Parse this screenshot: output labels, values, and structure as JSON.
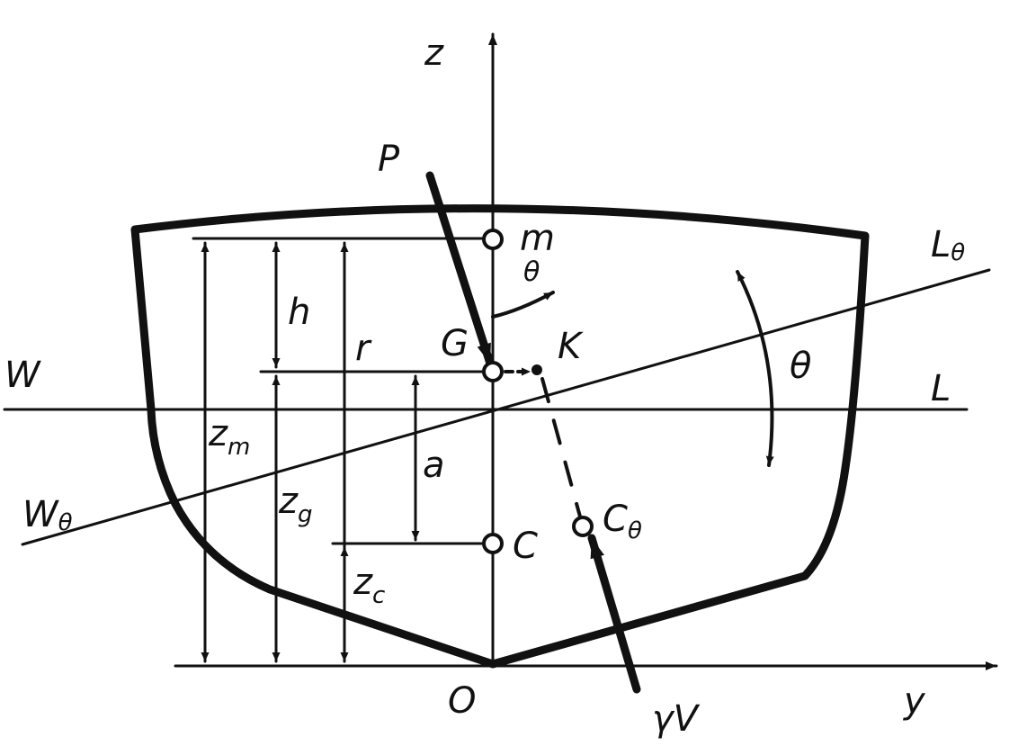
{
  "labels": {
    "axis_z": "z",
    "axis_y": "y",
    "origin": "O",
    "weight": "P",
    "point_m": "m",
    "point_G": "G",
    "point_K": "K",
    "point_C": "C",
    "point_C_theta": "C",
    "point_C_theta_sub": "θ",
    "buoyancy_gamma": "γ",
    "buoyancy_V": "V",
    "waterline_W": "W",
    "waterline_L": "L",
    "inclined_W": "W",
    "inclined_W_sub": "θ",
    "inclined_L": "L",
    "inclined_L_sub": "θ",
    "angle_theta": "θ",
    "angle_theta_small": "θ",
    "dim_h": "h",
    "dim_r": "r",
    "dim_a": "a",
    "dim_zm": "z",
    "dim_zm_sub": "m",
    "dim_zg": "z",
    "dim_zg_sub": "g",
    "dim_zc": "z",
    "dim_zc_sub": "c"
  }
}
